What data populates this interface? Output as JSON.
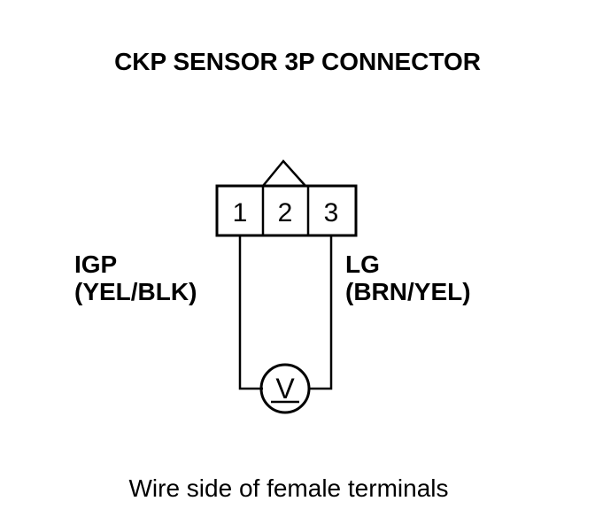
{
  "title": "CKP SENSOR 3P CONNECTOR",
  "connector": {
    "pins": [
      "1",
      "2",
      "3"
    ]
  },
  "left_wire": {
    "name": "IGP",
    "color": "(YEL/BLK)"
  },
  "right_wire": {
    "name": "LG",
    "color": "(BRN/YEL)"
  },
  "meter_symbol": "V",
  "caption": "Wire side of female terminals",
  "colors": {
    "ink": "#000000",
    "background": "#ffffff"
  }
}
